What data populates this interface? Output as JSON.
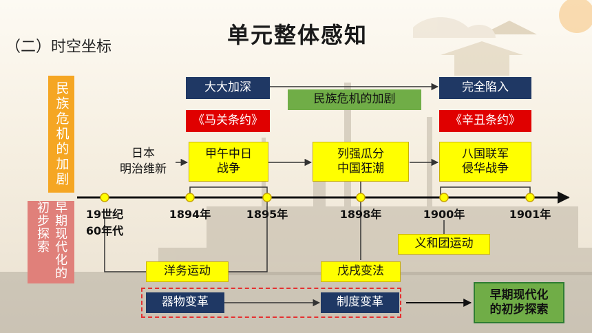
{
  "header": {
    "title": "单元整体感知",
    "subtitle": "（二）时空坐标"
  },
  "side_labels": {
    "top": "民族危机的加剧",
    "bottom": "早期现代化的初步探索"
  },
  "top_row": {
    "left": "大大加深",
    "middle": "民族危机的加剧",
    "right": "完全陷入"
  },
  "treaties": {
    "left": "《马关条约》",
    "right": "《辛丑条约》"
  },
  "events": {
    "meiji": "日本\n明治维新",
    "sino_japanese_war": "甲午中日\n战争",
    "scramble": "列强瓜分\n中国狂潮",
    "eight_nation": "八国联军\n侵华战争",
    "boxer": "义和团运动",
    "self_strengthening": "洋务运动",
    "reform_1898": "戊戌变法"
  },
  "timeline": {
    "ticks": [
      "19世纪\n60年代",
      "1894年",
      "1895年",
      "1898年",
      "1900年",
      "1901年"
    ]
  },
  "bottom_row": {
    "left": "器物变革",
    "middle": "制度变革",
    "result": "早期现代化\n的初步探索"
  },
  "colors": {
    "navy": "#1f3864",
    "yellow": "#ffff00",
    "red": "#e00000",
    "green": "#70ad47",
    "orange": "#f5a623",
    "salmon": "#e0807a"
  }
}
